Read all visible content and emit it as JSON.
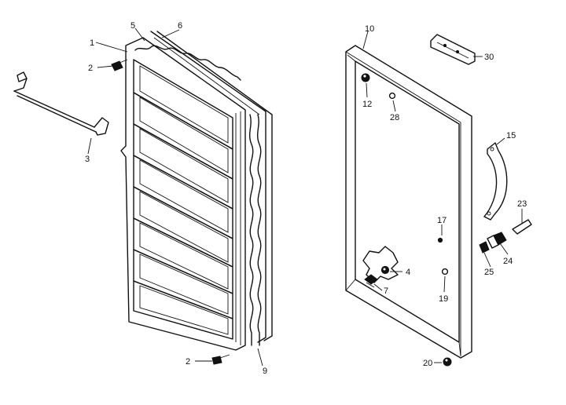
{
  "diagram": {
    "callouts": [
      {
        "id": "c1",
        "text": "1"
      },
      {
        "id": "c5",
        "text": "5"
      },
      {
        "id": "c6",
        "text": "6"
      },
      {
        "id": "c2a",
        "text": "2"
      },
      {
        "id": "c3",
        "text": "3"
      },
      {
        "id": "c2b",
        "text": "2"
      },
      {
        "id": "c9",
        "text": "9"
      },
      {
        "id": "c10",
        "text": "10"
      },
      {
        "id": "c30",
        "text": "30"
      },
      {
        "id": "c12",
        "text": "12"
      },
      {
        "id": "c28",
        "text": "28"
      },
      {
        "id": "c15",
        "text": "15"
      },
      {
        "id": "c17",
        "text": "17"
      },
      {
        "id": "c23",
        "text": "23"
      },
      {
        "id": "c24",
        "text": "24"
      },
      {
        "id": "c25",
        "text": "25"
      },
      {
        "id": "c4",
        "text": "4"
      },
      {
        "id": "c7",
        "text": "7"
      },
      {
        "id": "c19",
        "text": "19"
      },
      {
        "id": "c20",
        "text": "20"
      }
    ]
  }
}
